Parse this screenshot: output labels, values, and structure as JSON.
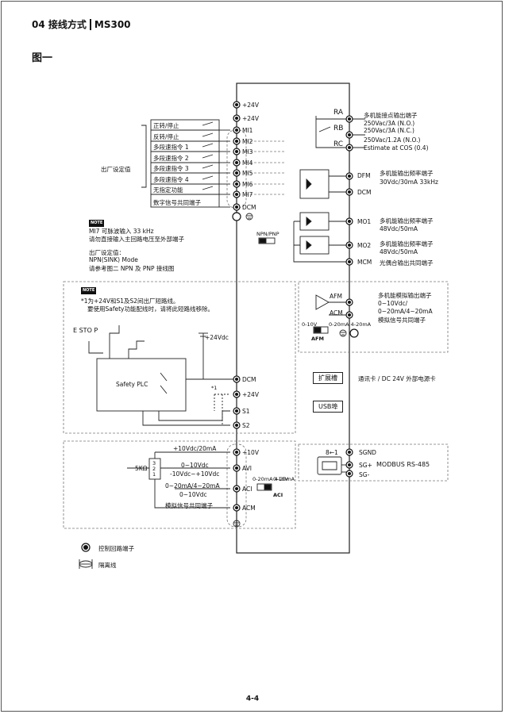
{
  "header": {
    "section": "04 接线方式",
    "model": "MS300"
  },
  "figure_title": "图一",
  "page_number": "4-4",
  "digital_inputs": {
    "terminals": [
      "+24V",
      "+24V",
      "MI1",
      "MI2",
      "MI3",
      "MI4",
      "MI5",
      "MI6",
      "MI7",
      "DCM"
    ],
    "functions": [
      "正转/停止",
      "反转/停止",
      "多段速指令 1",
      "多段速指令 2",
      "多段速指令 3",
      "多段速指令 4",
      "无指定功能",
      "数字信号共同端子"
    ],
    "factory_label": "出厂设定值"
  },
  "note1": {
    "badge": "NOTE",
    "lines": [
      "MI7 可脉波输入 33 kHz",
      "请勿直接输入主回路电压至外部端子"
    ],
    "factory_lines": [
      "出厂设定值：",
      "NPN(SINK) Mode",
      "请参考图二 NPN 及 PNP 接线图"
    ],
    "switch_label": "NPN/PNP"
  },
  "relay": {
    "terminals": [
      "RA",
      "RB",
      "RC"
    ],
    "desc": [
      "多机能接点输出端子",
      "250Vac/3A (N.O.)",
      "250Vac/3A (N.C.)",
      "250Vac/1.2A (N.O.)",
      "Estimate at COS (0.4)"
    ]
  },
  "dfm": {
    "terminals": [
      "DFM",
      "DCM"
    ],
    "desc": [
      "多机能输出频率端子",
      "30Vdc/30mA 33kHz"
    ]
  },
  "mo": {
    "terminals": [
      "MO1",
      "MO2",
      "MCM"
    ],
    "mo1_desc": [
      "多机能输出频率端子",
      "48Vdc/50mA"
    ],
    "mo2_desc": [
      "多机能输出频率端子",
      "48Vdc/50mA"
    ],
    "mcm_desc": "光偶合输出共同端子"
  },
  "safety": {
    "badge": "NOTE",
    "note_lines": [
      "*1为+24V和S1及S2间出厂短路线。",
      "要使用Safety功能配线时，请将此短路线移除。"
    ],
    "estop": "E STO P",
    "supply": "+24Vdc",
    "plc": "Safety PLC",
    "mark": "*1",
    "terminals": [
      "DCM",
      "+24V",
      "S1",
      "S2"
    ]
  },
  "afm": {
    "terminals": [
      "AFM",
      "ACM"
    ],
    "desc": [
      "多机能模拟输出端子",
      "0~10Vdc/",
      "0~20mA/4~20mA",
      "模拟信号共同端子"
    ],
    "switch": {
      "label": "AFM",
      "left": "0-10V",
      "right": "0-20mA 4-20mA"
    }
  },
  "expansion": {
    "slot": "扩展槽",
    "slot_desc": "通讯卡 / DC 24V 外部电源卡",
    "usb": "USB埠"
  },
  "analog_inputs": {
    "terminals": [
      "+10V",
      "AVI",
      "ACI",
      "ACM"
    ],
    "labels": [
      "+10Vdc/20mA",
      "0~10Vdc",
      "-10Vdc~+10Vdc",
      "0~20mA/4~20mA",
      "0~10Vdc",
      "模拟信号共同端子"
    ],
    "pot": "5KΩ",
    "pot_pins": [
      "3",
      "2",
      "1"
    ],
    "switch": {
      "label": "ACI",
      "left": "0-20mA 4-20mA",
      "right": "0-10V"
    }
  },
  "modbus": {
    "pins": "8←1",
    "terminals": [
      "SGND",
      "SG+",
      "SG-"
    ],
    "label": "MODBUS  RS-485"
  },
  "legend": [
    "控制回路端子",
    "隔离线"
  ]
}
